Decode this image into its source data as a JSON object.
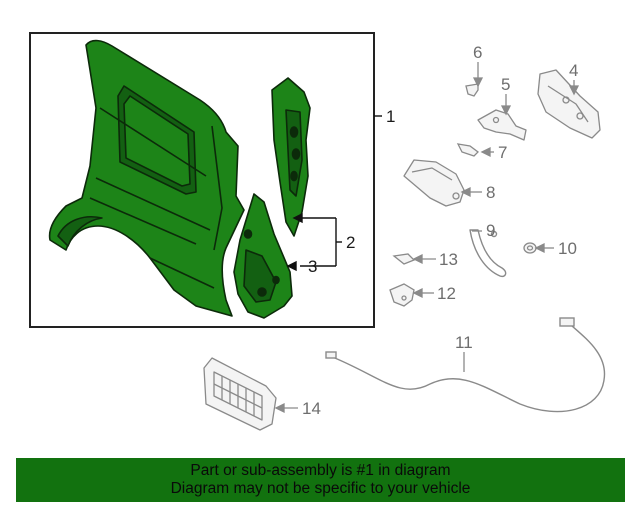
{
  "callouts": {
    "c1": "1",
    "c2": "2",
    "c3": "3",
    "c4": "4",
    "c5": "5",
    "c6": "6",
    "c7": "7",
    "c8": "8",
    "c9": "9",
    "c10": "10",
    "c11": "11",
    "c12": "12",
    "c13": "13",
    "c14": "14"
  },
  "footer": {
    "line1": "Part or sub-assembly is #1 in diagram",
    "line2": "Diagram may not be specific to your vehicle",
    "background_color": "#12720f"
  },
  "colors": {
    "highlight_part": "#1a7d16",
    "other_parts": "#8a8a8a"
  }
}
